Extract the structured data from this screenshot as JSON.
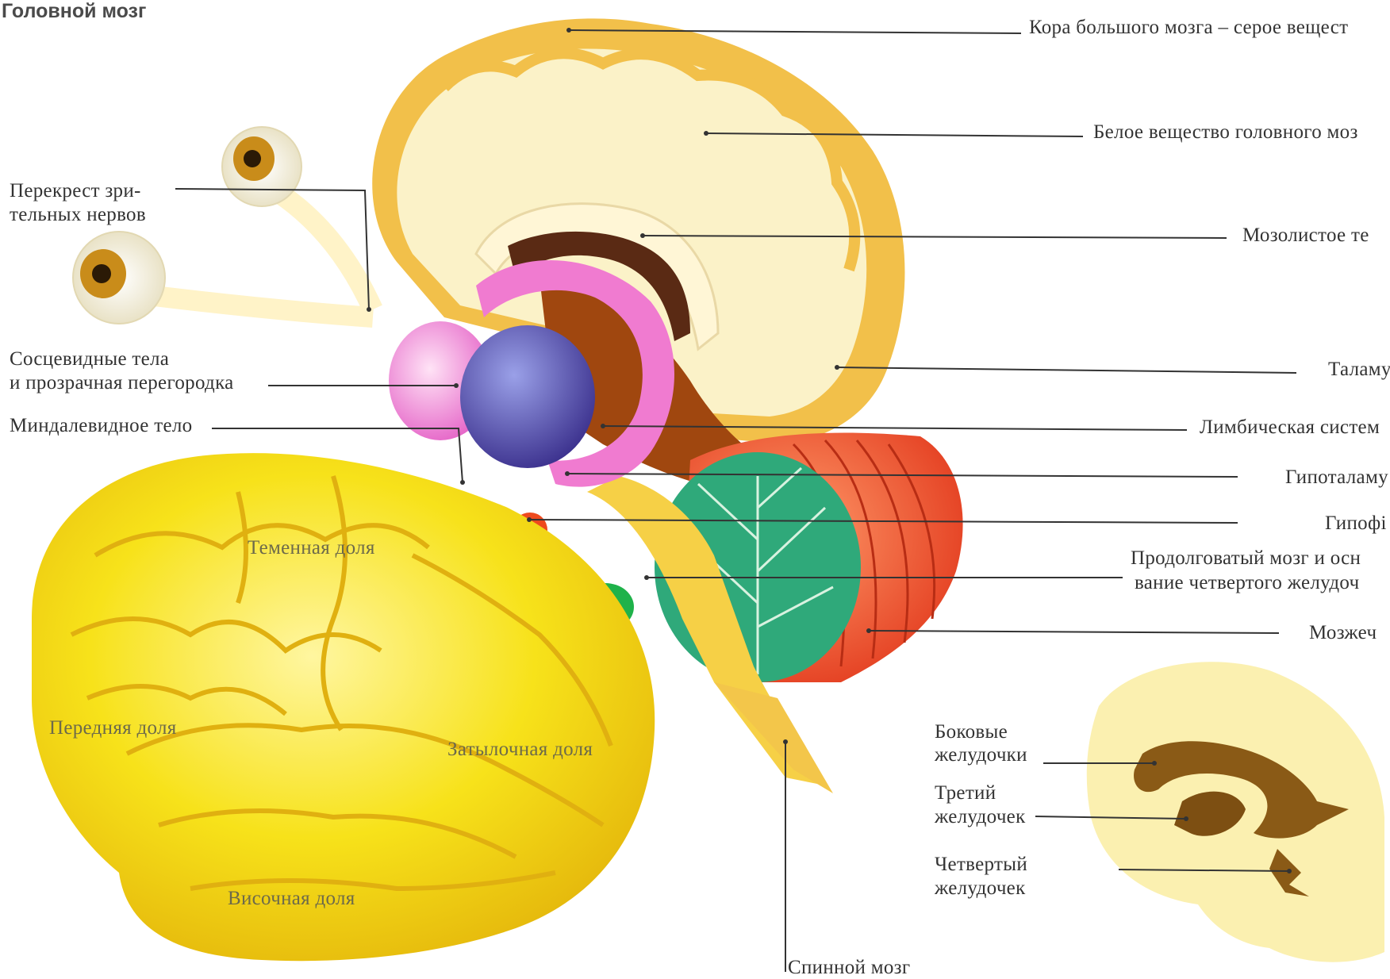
{
  "title": "Головной мозг",
  "labels": {
    "cortex": "Кора большого мозга – серое вещест",
    "white_matter": "Белое вещество головного моз",
    "corpus_callosum": "Мозолистое те",
    "thalamus": "Таламу",
    "limbic": "Лимбическая систем",
    "hypothalamus": "Гипоталаму",
    "pituitary": "Гипофі",
    "medulla_1": "Продолговатый мозг и осн",
    "medulla_2": "вание четвертого желудоч",
    "cerebellum": "Мозжеч",
    "optic_1": "Перекрест зри-",
    "optic_2": "тельных нервов",
    "mammillary_1": "Сосцевидные тела",
    "mammillary_2": "и прозрачная перегородка",
    "amygdala": "Миндалевидное тело",
    "parietal": "Теменная доля",
    "frontal": "Передняя доля",
    "occipital": "Затылочная доля",
    "temporal": "Височная доля",
    "lateral_ventricles_1": "Боковые",
    "lateral_ventricles_2": "желудочки",
    "third_ventricle_1": "Третий",
    "third_ventricle_2": "желудочек",
    "fourth_ventricle_1": "Четвертый",
    "fourth_ventricle_2": "желудочек",
    "spinal_cord": "Спинной мозг"
  },
  "colors": {
    "brain_yellow": "#f7e21a",
    "cortex_orange": "#f2c04a",
    "white_matter": "#fbf2c8",
    "corpus_callosum": "#fff6d6",
    "limbic_pink": "#f07bd0",
    "amygdala_blue": "#4b4fb0",
    "brainstem_brown": "#a0470f",
    "cerebellum_red": "#f0552a",
    "cerebellum_green": "#2fa97a",
    "ventricle_brown": "#8a5a16",
    "leader_line": "#333333"
  }
}
